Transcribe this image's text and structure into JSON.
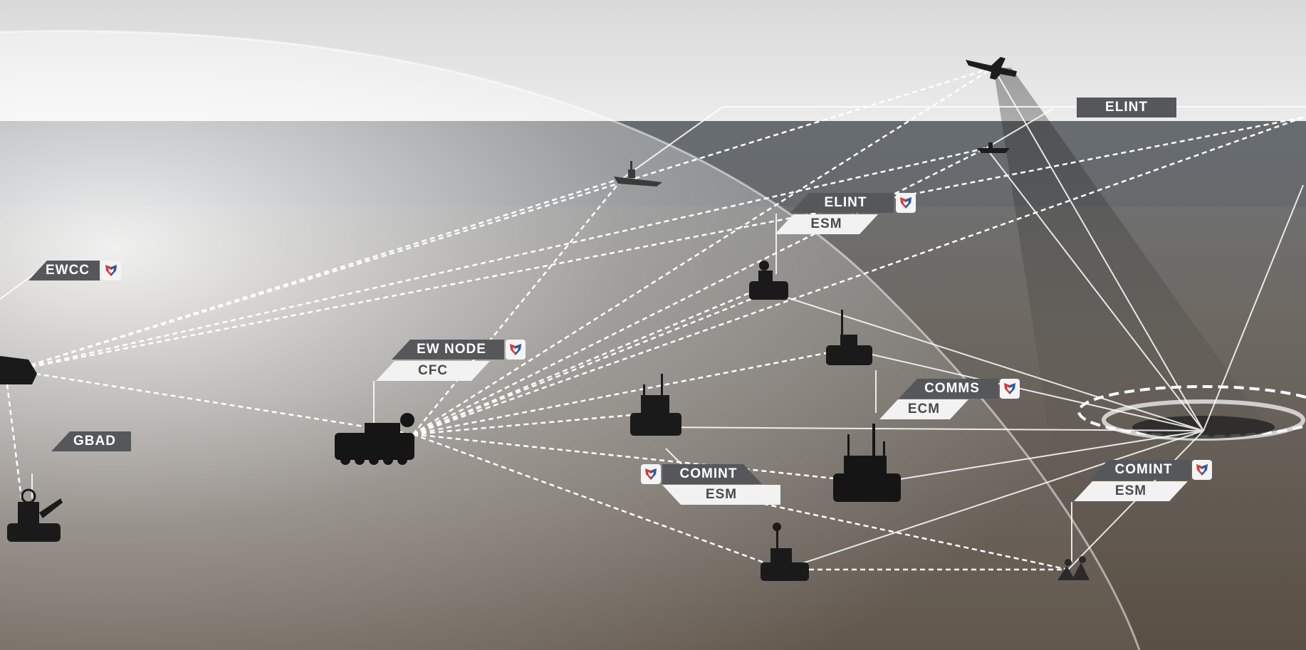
{
  "labels": {
    "elint_top": "ELINT",
    "elint_node": "ELINT",
    "esm_node": "ESM",
    "ewcc": "EWCC",
    "ew_node": "EW NODE",
    "cfc": "CFC",
    "comms": "COMMS",
    "ecm": "ECM",
    "gbad": "GBAD",
    "comint_center": "COMINT",
    "esm_center": "ESM",
    "comint_right": "COMINT",
    "esm_right": "ESM"
  },
  "colors": {
    "label_dark": "#55575a",
    "label_light": "#f2f2f2",
    "badge_red": "#d23a3a",
    "badge_blue": "#2d5aa0",
    "link_line": "#ffffff"
  },
  "icons": [
    "shield-logo-icon"
  ]
}
